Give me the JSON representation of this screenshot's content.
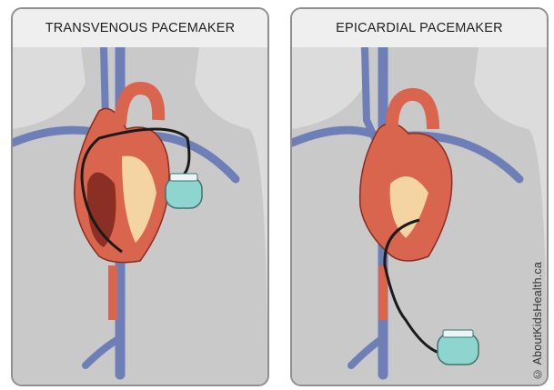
{
  "panels": [
    {
      "title": "TRANSVENOUS PACEMAKER"
    },
    {
      "title": "EPICARDIAL PACEMAKER"
    }
  ],
  "copyright": "© AboutKidsHealth.ca",
  "colors": {
    "background": "#dcdcdc",
    "body_silhouette": "#c9c9c9",
    "veins": "#6d7fb6",
    "heart": "#d9654e",
    "heart_inner": "#f3d4a2",
    "device": "#8ed4cf",
    "lead_wire": "#1a1a1a"
  }
}
